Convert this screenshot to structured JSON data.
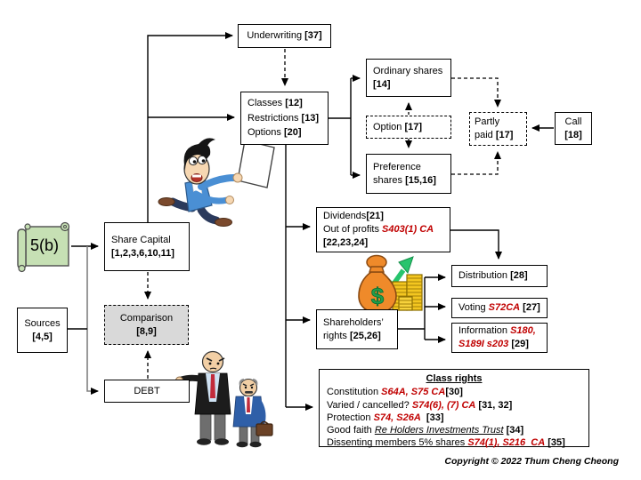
{
  "colors": {
    "statute_red": "#C00000",
    "comparison_fill": "#D9D9D9",
    "scroll_green": "#C6E0B4",
    "line_black": "#000000",
    "trunk_gray": "#808080"
  },
  "scroll": {
    "label": "5(b)"
  },
  "boxes": {
    "underwriting": {
      "lines": [
        [
          {
            "t": "Underwriting "
          },
          {
            "t": "[37]",
            "s": "b"
          }
        ]
      ]
    },
    "classes": {
      "lines": [
        [
          {
            "t": "Classes "
          },
          {
            "t": "[12]",
            "s": "b"
          }
        ],
        [
          {
            "t": "Restrictions "
          },
          {
            "t": "[13]",
            "s": "b"
          }
        ],
        [
          {
            "t": "Options "
          },
          {
            "t": "[20]",
            "s": "b"
          }
        ]
      ]
    },
    "ordinary_shares": {
      "lines": [
        [
          {
            "t": "Ordinary shares"
          }
        ],
        [
          {
            "t": "[14]",
            "s": "b"
          }
        ]
      ]
    },
    "option": {
      "lines": [
        [
          {
            "t": "Option "
          },
          {
            "t": "[17]",
            "s": "b"
          }
        ]
      ]
    },
    "preference_shares": {
      "lines": [
        [
          {
            "t": "Preference"
          }
        ],
        [
          {
            "t": "shares "
          },
          {
            "t": "[15,16]",
            "s": "b"
          }
        ]
      ]
    },
    "partly_paid": {
      "lines": [
        [
          {
            "t": "Partly"
          }
        ],
        [
          {
            "t": "paid "
          },
          {
            "t": "[17]",
            "s": "b"
          }
        ]
      ]
    },
    "call": {
      "lines": [
        [
          {
            "t": "Call"
          }
        ],
        [
          {
            "t": "[18]",
            "s": "b"
          }
        ]
      ]
    },
    "share_capital": {
      "lines": [
        [
          {
            "t": "Share Capital"
          }
        ],
        [
          {
            "t": "[1,2,3,6,10,11]",
            "s": "b"
          }
        ]
      ]
    },
    "sources": {
      "lines": [
        [
          {
            "t": "Sources"
          }
        ],
        [
          {
            "t": "[4,5]",
            "s": "b"
          }
        ]
      ]
    },
    "comparison": {
      "lines": [
        [
          {
            "t": "Comparison"
          }
        ],
        [
          {
            "t": "[8,9]",
            "s": "b"
          }
        ]
      ]
    },
    "debt": {
      "lines": [
        [
          {
            "t": "DEBT"
          }
        ]
      ]
    },
    "dividends": {
      "lines": [
        [
          {
            "t": "Dividends"
          },
          {
            "t": "[21]",
            "s": "b"
          }
        ],
        [
          {
            "t": "Out of profits "
          },
          {
            "t": "S403(1) CA",
            "s": "r"
          }
        ],
        [
          {
            "t": "[22,23,24]",
            "s": "b"
          }
        ]
      ]
    },
    "shareholders_rights": {
      "lines": [
        [
          {
            "t": "Shareholders’"
          }
        ],
        [
          {
            "t": "rights "
          },
          {
            "t": "[25,26]",
            "s": "b"
          }
        ]
      ]
    },
    "distribution": {
      "lines": [
        [
          {
            "t": "Distribution "
          },
          {
            "t": "[28]",
            "s": "b"
          }
        ]
      ]
    },
    "voting": {
      "lines": [
        [
          {
            "t": "Voting "
          },
          {
            "t": "S72CA",
            "s": "r"
          },
          {
            "t": " "
          },
          {
            "t": "[27]",
            "s": "b"
          }
        ]
      ]
    },
    "information": {
      "lines": [
        [
          {
            "t": "Information "
          },
          {
            "t": "S180,",
            "s": "r"
          }
        ],
        [
          {
            "t": "S189I s203",
            "s": "r"
          },
          {
            "t": " "
          },
          {
            "t": "[29]",
            "s": "b"
          }
        ]
      ]
    },
    "class_rights": {
      "title": "Class rights",
      "lines": [
        [
          {
            "t": "Constitution "
          },
          {
            "t": "S64A, S75 CA",
            "s": "r"
          },
          {
            "t": "[30]",
            "s": "b"
          }
        ],
        [
          {
            "t": "Varied / cancelled? "
          },
          {
            "t": "S74(6), (7) CA",
            "s": "r"
          },
          {
            "t": " "
          },
          {
            "t": "[31, 32]",
            "s": "b"
          }
        ],
        [
          {
            "t": "Protection "
          },
          {
            "t": "S74, S26A",
            "s": "r"
          },
          {
            "t": "  "
          },
          {
            "t": "[33]",
            "s": "b"
          }
        ],
        [
          {
            "t": "Good faith "
          },
          {
            "t": "Re Holders Investments Trust",
            "s": "iu"
          },
          {
            "t": " "
          },
          {
            "t": "[34]",
            "s": "b"
          }
        ],
        [
          {
            "t": "Dissenting members 5% shares "
          },
          {
            "t": "S74(1), S216  CA",
            "s": "r"
          },
          {
            "t": " "
          },
          {
            "t": "[35]",
            "s": "b"
          }
        ]
      ]
    }
  },
  "copyright": "Copyright © 2022 Thum Cheng Cheong",
  "icons": {
    "scroll-icon": "green curled parchment scroll",
    "running-businessman-icon": "cartoon man in blue jacket running with a paper",
    "two-businessmen-icon": "tall angry bald businessman leaning on DEBT box beside short businessman with briefcase",
    "money-bag-icon": "orange money bag with dollar sign, stacks of gold coins and rising green arrow"
  }
}
